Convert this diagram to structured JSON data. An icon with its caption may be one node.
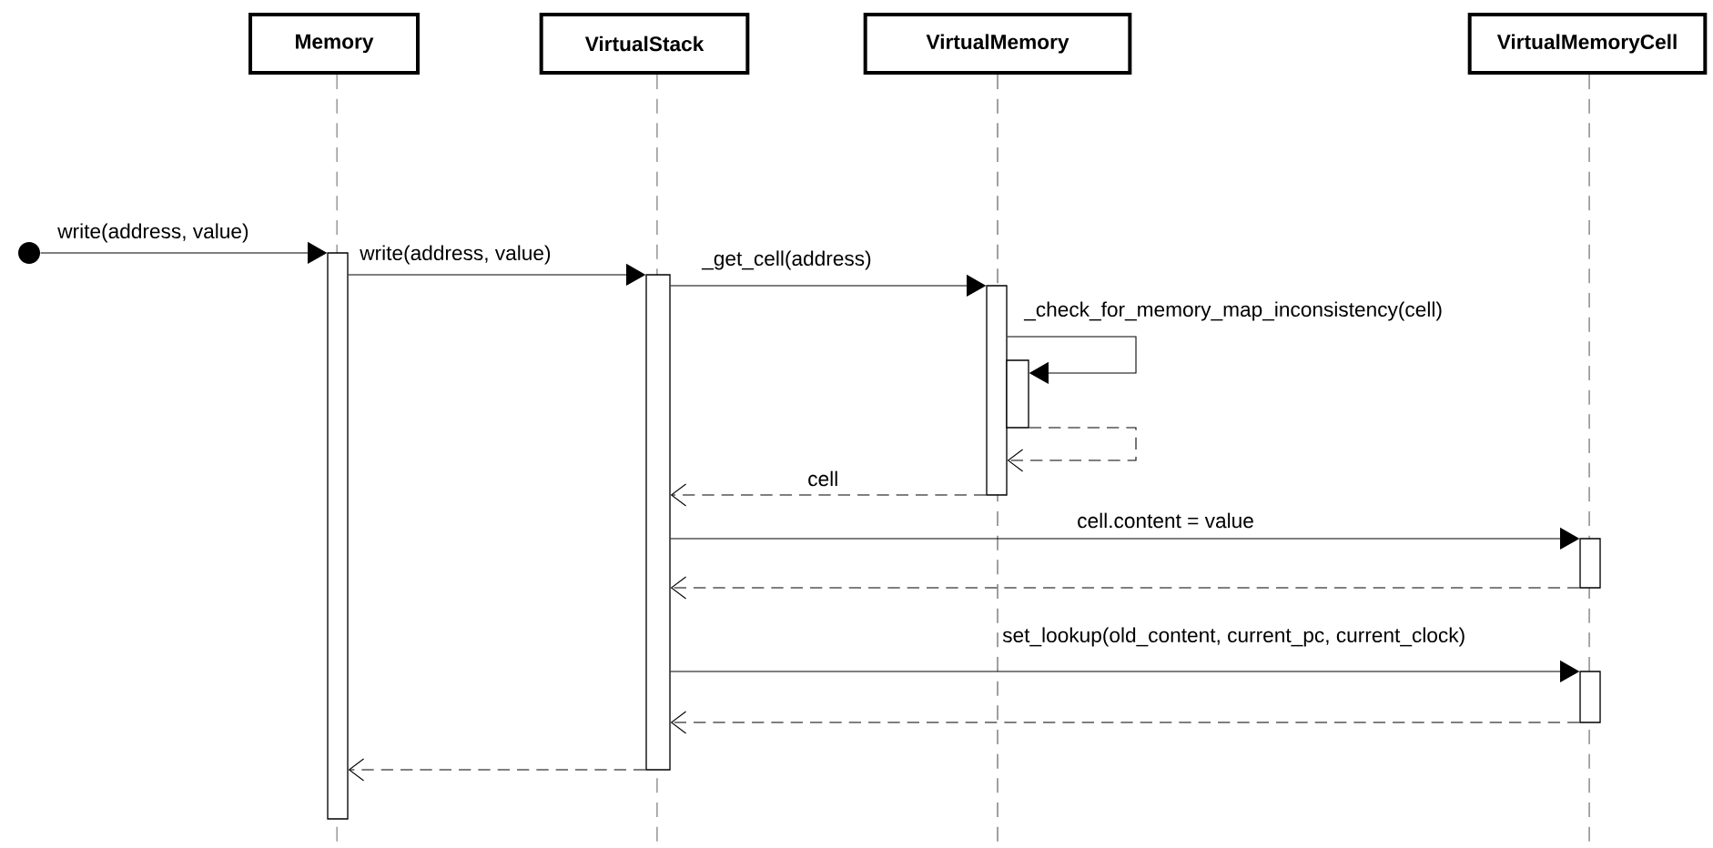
{
  "diagram": {
    "nodes": [
      {
        "text": [
          "Memory"
        ]
      },
      {
        "text": [
          "VirtualStack"
        ]
      },
      {
        "text": [
          "VirtualMemory"
        ]
      },
      {
        "text": [
          "VirtualMemoryCell"
        ]
      },
      {
        "text": [],
        "shape": "circle"
      },
      {
        "text": [],
        "shape": "bar"
      },
      {
        "text": [],
        "shape": "bar"
      },
      {
        "text": [],
        "shape": "bar"
      },
      {
        "text": [],
        "shape": "bar"
      },
      {
        "text": [],
        "shape": "bar"
      },
      {
        "text": [],
        "shape": "bar"
      }
    ],
    "edges": [
      {
        "from": 4,
        "to": 5,
        "arrow": "to",
        "label": "write(address, value)"
      },
      {
        "from": 5,
        "to": 6,
        "arrow": "to",
        "label": "write(address, value)"
      },
      {
        "from": 6,
        "to": 7,
        "arrow": "to",
        "label": "_get_cell(address)"
      },
      {
        "from": 7,
        "to": 8,
        "arrow": "to",
        "label": "_check_for_memory_map_inconsistency(cell)"
      },
      {
        "from": 8,
        "to": 7,
        "arrow": "to",
        "style": "dashed"
      },
      {
        "from": 7,
        "to": 6,
        "arrow": "to",
        "style": "dashed",
        "label": "cell"
      },
      {
        "from": 6,
        "to": 9,
        "arrow": "to",
        "label": "cell.content = value"
      },
      {
        "from": 9,
        "to": 6,
        "arrow": "to",
        "style": "dashed"
      },
      {
        "from": 6,
        "to": 10,
        "arrow": "to",
        "label": "set_lookup(old_content, current_pc, current_clock)"
      },
      {
        "from": 10,
        "to": 6,
        "arrow": "to",
        "style": "dashed"
      },
      {
        "from": 6,
        "to": 5,
        "arrow": "to",
        "style": "dashed"
      }
    ]
  }
}
